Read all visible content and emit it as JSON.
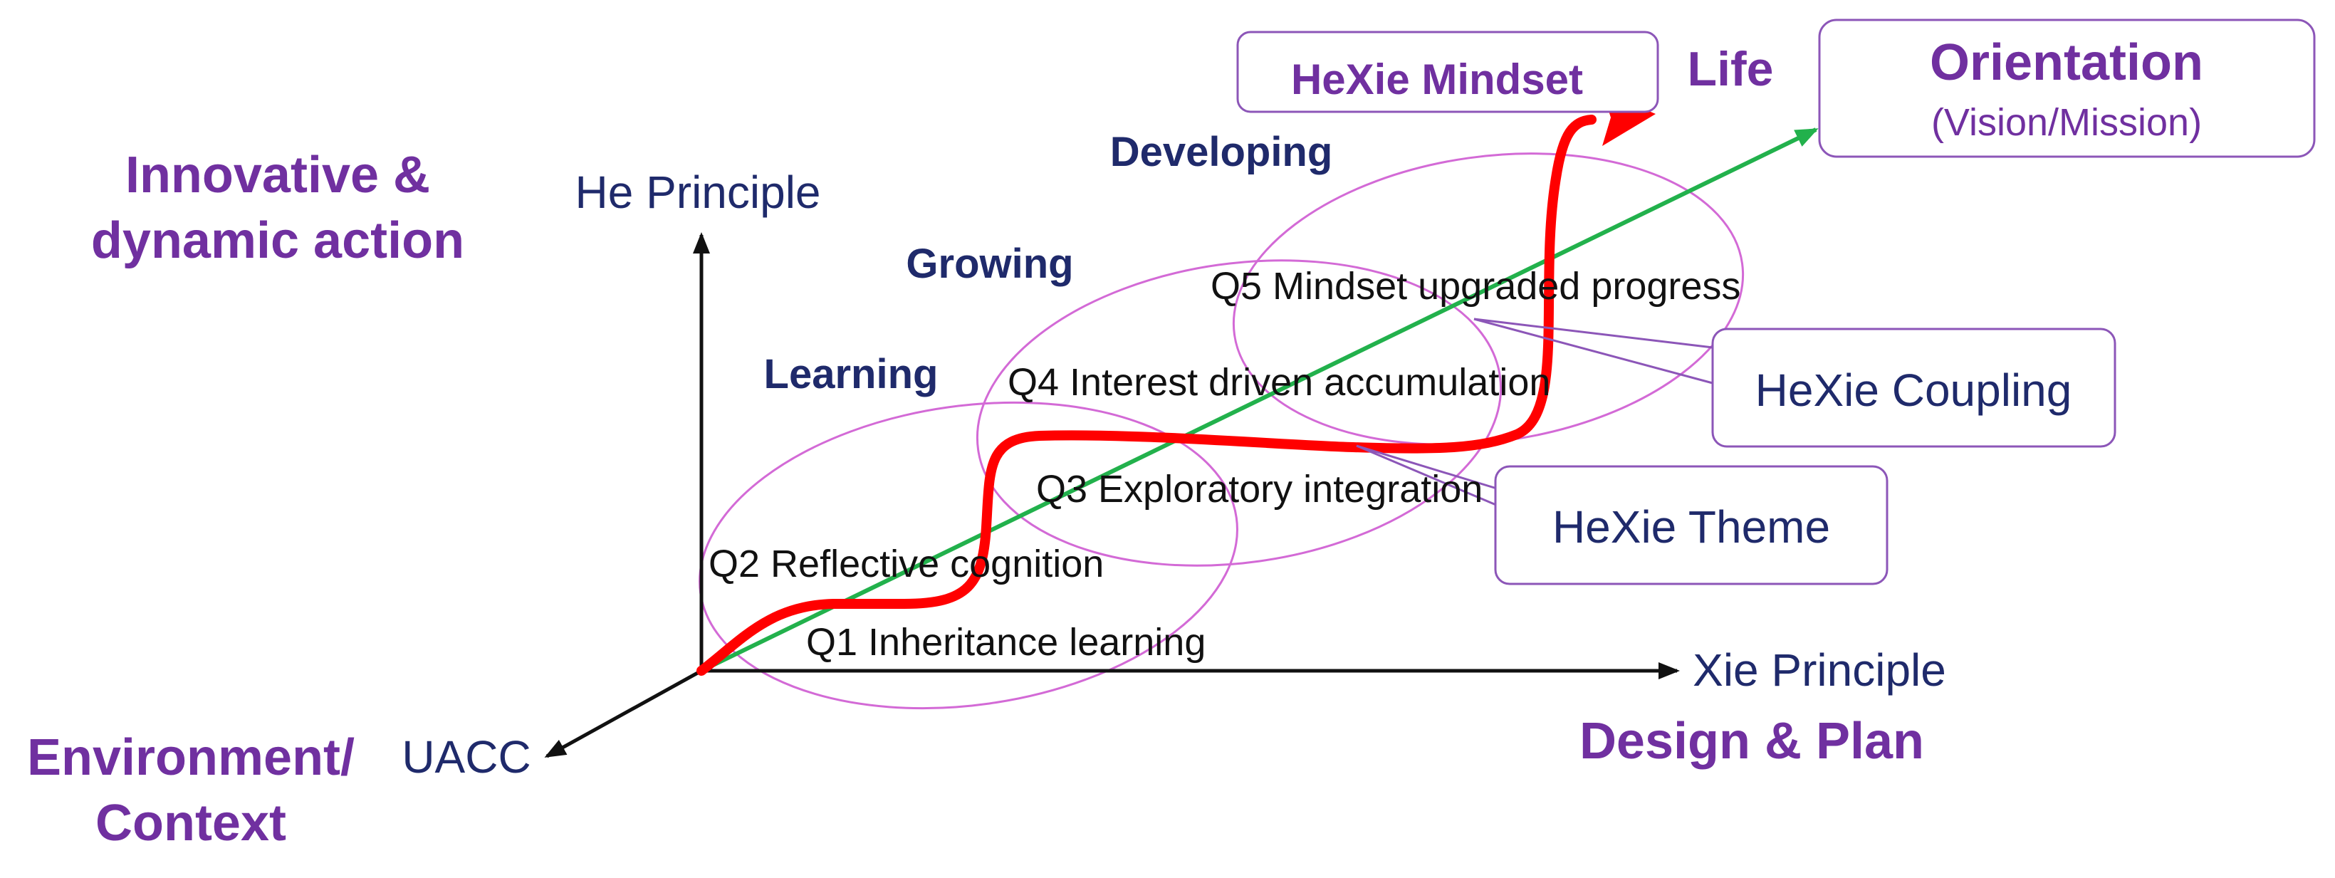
{
  "colors": {
    "purple": "#7030a0",
    "navy": "#1f2a6b",
    "black": "#111111",
    "red": "#ff0000",
    "green": "#22b14c",
    "ellipse": "#d36ad6",
    "box_border": "#8c56b8"
  },
  "axes": {
    "y_label": "He Principle",
    "x_label": "Xie Principle",
    "z_label": "UACC"
  },
  "corner_labels": {
    "top_left_line1": "Innovative &",
    "top_left_line2": "dynamic action",
    "bottom_left_line1": "Environment/",
    "bottom_left_line2": "Context",
    "bottom_right": "Design & Plan",
    "life": "Life"
  },
  "stages": {
    "learning": "Learning",
    "growing": "Growing",
    "developing": "Developing"
  },
  "levels": {
    "q1": "Q1 Inheritance learning",
    "q2": "Q2 Reflective cognition",
    "q3": "Q3 Exploratory integration",
    "q4": "Q4 Interest driven accumulation",
    "q5": "Q5 Mindset upgraded progress"
  },
  "boxes": {
    "mindset": "HeXie Mindset",
    "orientation_title": "Orientation",
    "orientation_sub": "(Vision/Mission)",
    "coupling": "HeXie Coupling",
    "theme": "HeXie Theme"
  }
}
